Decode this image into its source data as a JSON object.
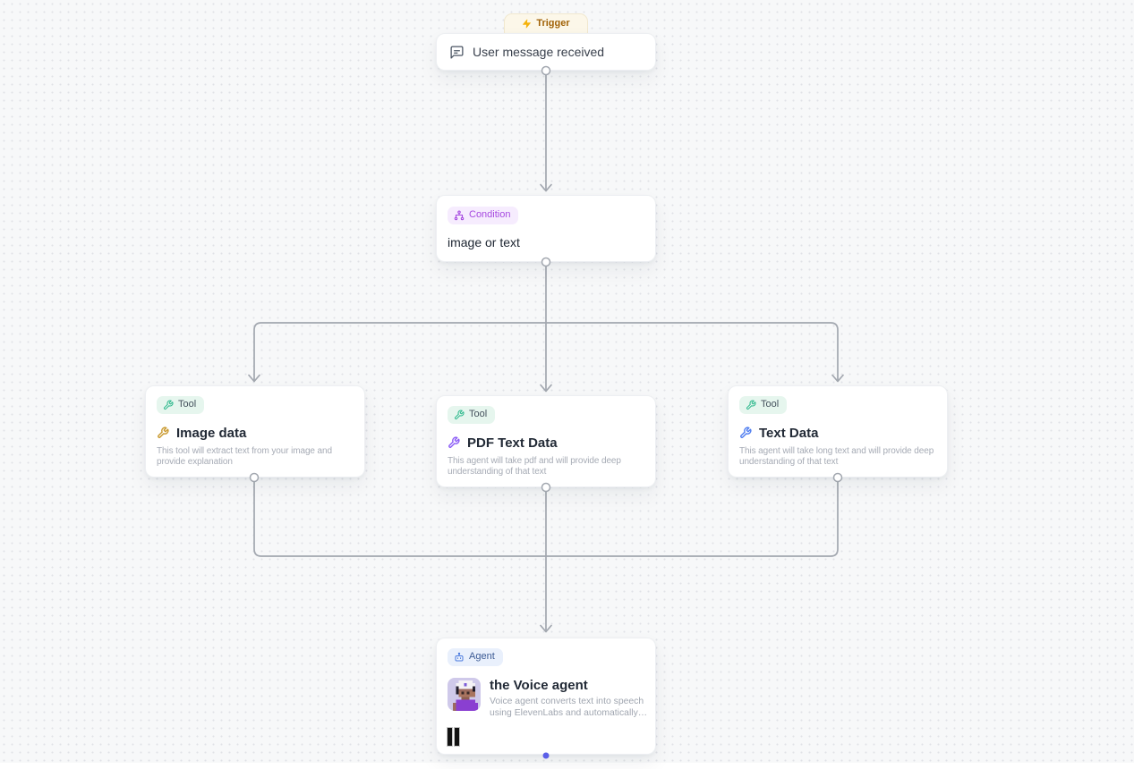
{
  "flow": {
    "trigger": {
      "tab_label": "Trigger",
      "title": "User message received"
    },
    "condition": {
      "badge_label": "Condition",
      "title": "image or text"
    },
    "tools": [
      {
        "badge_label": "Tool",
        "title": "Image data",
        "description": "This tool will extract text from your image and provide explanation",
        "icon_color": "#c9992e"
      },
      {
        "badge_label": "Tool",
        "title": "PDF Text Data",
        "description": "This agent will take pdf and will provide deep understanding of that text",
        "icon_color": "#8b5cf6"
      },
      {
        "badge_label": "Tool",
        "title": "Text Data",
        "description": "This agent will take long text and will provide deep understanding of that text",
        "icon_color": "#4f7df0"
      }
    ],
    "agent": {
      "badge_label": "Agent",
      "title": "the Voice agent",
      "description": "Voice agent converts text into speech using ElevenLabs and automatically play..."
    }
  },
  "colors": {
    "canvas_bg": "#f7f8f9",
    "canvas_dot": "#e0e2e7",
    "edge": "#a2a7af",
    "trigger_accent": "#a16207",
    "trigger_bolt": "#f5b20a",
    "condition_accent": "#a64ae0",
    "tool_badge_icon": "#2ab88b",
    "agent_badge_icon": "#4a7ade",
    "handle_dot": "#5b5fe8"
  }
}
